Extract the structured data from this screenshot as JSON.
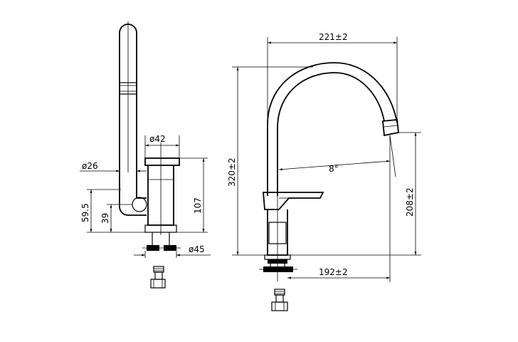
{
  "dimensions": {
    "side_diameter_top": "ø42",
    "side_diameter_pipe": "ø26",
    "side_height_1": "59.5",
    "side_height_2": "39",
    "side_height_body": "107",
    "side_diameter_base": "ø45",
    "front_width_top": "221±2",
    "front_height_total": "320±2",
    "front_angle": "8°",
    "front_height_spout": "208±2",
    "front_reach": "192±2"
  }
}
